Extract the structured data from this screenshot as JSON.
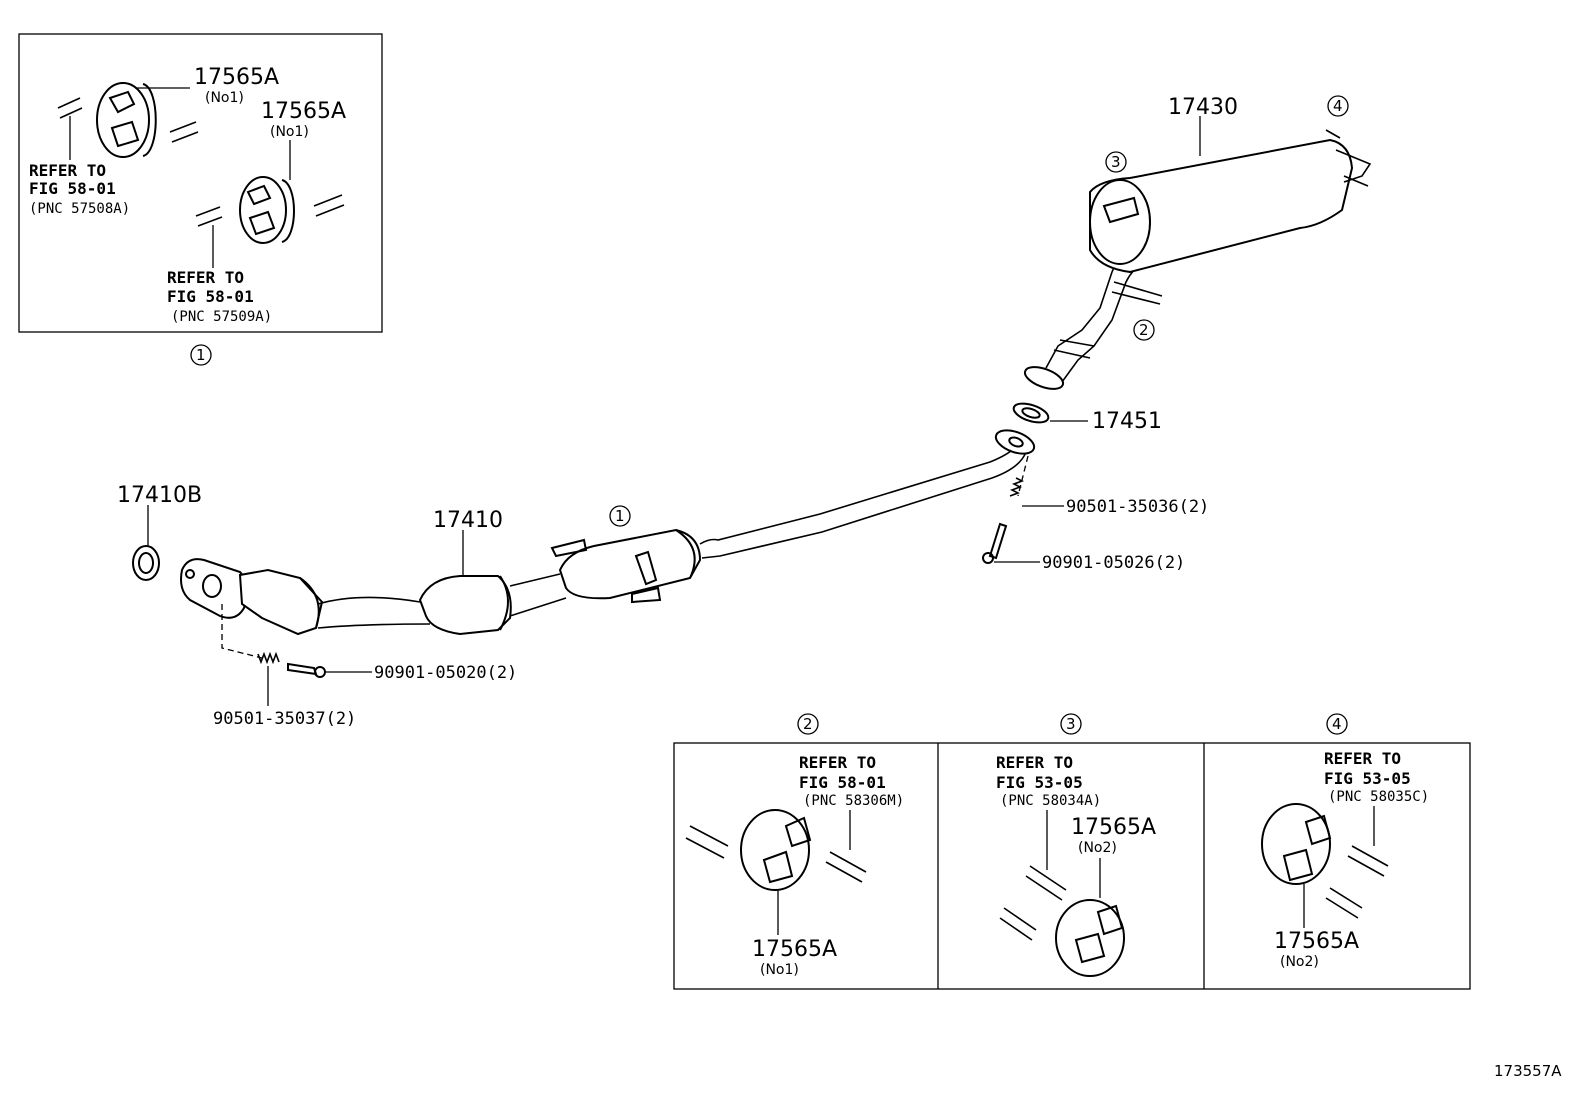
{
  "diagram": {
    "parts": {
      "gasket_front": "17410B",
      "front_pipe": "17410",
      "tail_pipe": "17430",
      "gasket_mid": "17451",
      "spring_rear": "90501-35036(2)",
      "bolt_rear": "90901-05026(2)",
      "bolt_front": "90901-05020(2)",
      "spring_front": "90501-35037(2)"
    },
    "circles": {
      "c1_main": "1",
      "c1_box": "1",
      "c2_main": "2",
      "c3_main": "3",
      "c4_main": "4",
      "c2_box": "2",
      "c3_box": "3",
      "c4_box": "4"
    },
    "box1": {
      "hanger_a": {
        "part": "17565A",
        "sub": "(No1)"
      },
      "hanger_b": {
        "part": "17565A",
        "sub": "(No1)"
      },
      "ref_a": {
        "line1": "REFER TO",
        "line2": "FIG 58-01",
        "pnc": "(PNC 57508A)"
      },
      "ref_b": {
        "line1": "REFER TO",
        "line2": "FIG 58-01",
        "pnc": "(PNC 57509A)"
      }
    },
    "box2": {
      "ref": {
        "line1": "REFER TO",
        "line2": "FIG 58-01",
        "pnc": "(PNC 58306M)"
      },
      "hanger": {
        "part": "17565A",
        "sub": "(No1)"
      }
    },
    "box3": {
      "ref": {
        "line1": "REFER TO",
        "line2": "FIG 53-05",
        "pnc": "(PNC 58034A)"
      },
      "hanger": {
        "part": "17565A",
        "sub": "(No2)"
      }
    },
    "box4": {
      "ref": {
        "line1": "REFER TO",
        "line2": "FIG 53-05",
        "pnc": "(PNC 58035C)"
      },
      "hanger": {
        "part": "17565A",
        "sub": "(No2)"
      }
    },
    "figure_id": "173557A"
  }
}
